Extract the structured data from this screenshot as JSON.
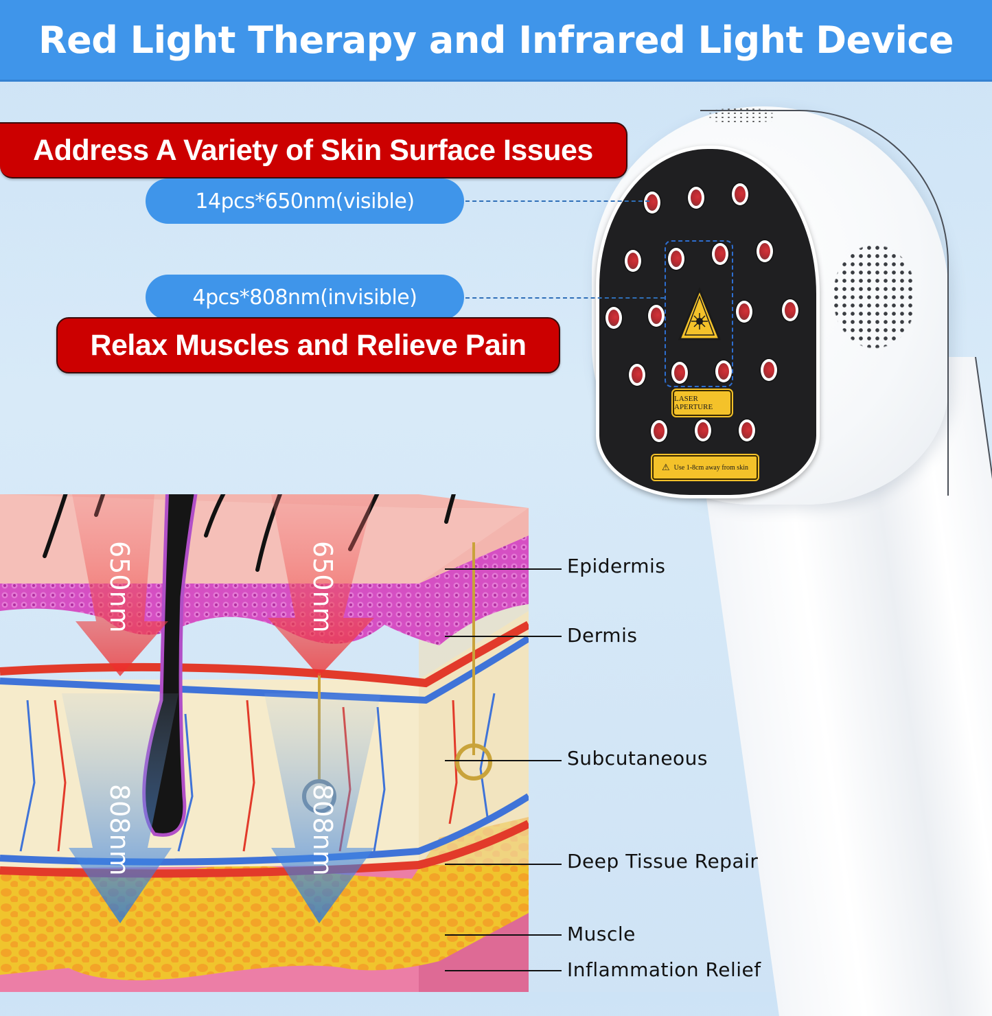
{
  "header": {
    "title": "Red Light Therapy and Infrared Light Device",
    "background_color": "#3f95ea"
  },
  "banners": {
    "skin_surface": "Address A Variety of Skin Surface Issues",
    "muscles": "Relax Muscles and Relieve Pain",
    "color": "#cc0000"
  },
  "specs": {
    "visible": "14pcs*650nm(visible)",
    "invisible": "4pcs*808nm(invisible)",
    "pill_color": "#3f95ea"
  },
  "device": {
    "aperture_label": "LASER APERTURE",
    "distance_label": "Use 1-8cm away from skin",
    "icons": [
      "laser-warning-icon",
      "caution-triangle-icon",
      "speaker-grille",
      "vent-holes"
    ],
    "red_led_count": 14,
    "infrared_led_count": 4
  },
  "diagram": {
    "wavelength_labels": {
      "red_left": "650nm",
      "red_right": "650nm",
      "ir_left": "808nm",
      "ir_right": "808nm"
    },
    "layers": [
      "Epidermis",
      "Dermis",
      "Subcutaneous",
      "Deep Tissue Repair",
      "Muscle",
      "Inflammation Relief"
    ]
  }
}
